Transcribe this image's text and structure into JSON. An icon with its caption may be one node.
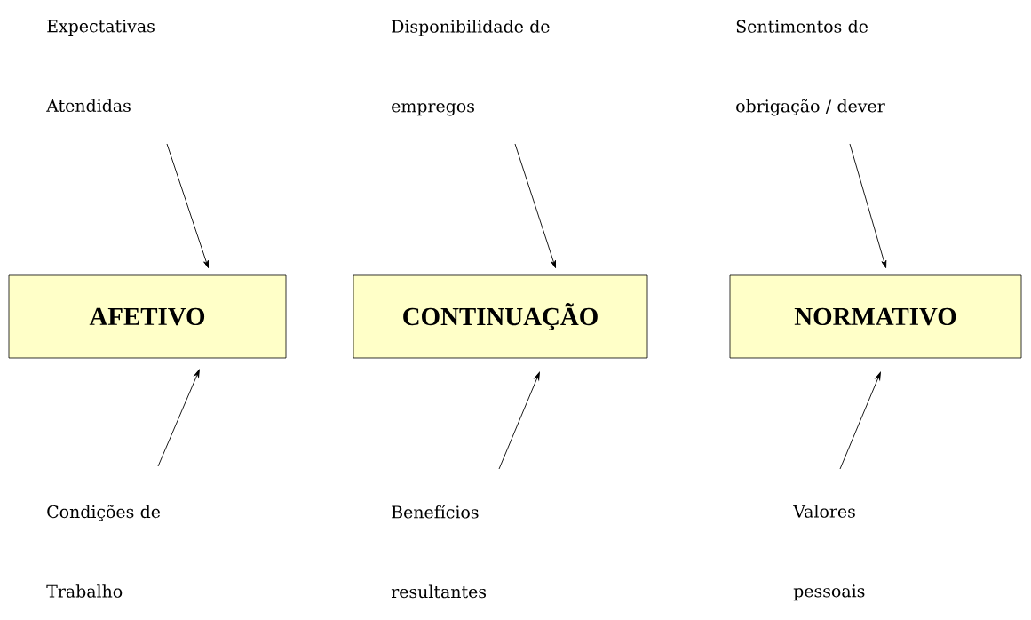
{
  "diagram": {
    "nodes": [
      {
        "text": [
          "Expectativas Atendidas"
        ]
      },
      {
        "text": [
          "Disponibilidade de empregos"
        ]
      },
      {
        "text": [
          "Sentimentos de obrigação / dever"
        ]
      },
      {
        "text": [
          "AFETIVO"
        ]
      },
      {
        "text": [
          "CONTINUAÇÃO"
        ]
      },
      {
        "text": [
          "NORMATIVO"
        ]
      },
      {
        "text": [
          "Condições de Trabalho"
        ]
      },
      {
        "text": [
          "Benefícios resultantes"
        ]
      },
      {
        "text": [
          "Valores pessoais"
        ]
      }
    ],
    "edges": [
      {
        "from": 0,
        "to": 3,
        "arrow": "to"
      },
      {
        "from": 1,
        "to": 4,
        "arrow": "to"
      },
      {
        "from": 2,
        "to": 5,
        "arrow": "to"
      },
      {
        "from": 6,
        "to": 3,
        "arrow": "to"
      },
      {
        "from": 7,
        "to": 4,
        "arrow": "to"
      },
      {
        "from": 8,
        "to": 5,
        "arrow": "to"
      }
    ]
  }
}
